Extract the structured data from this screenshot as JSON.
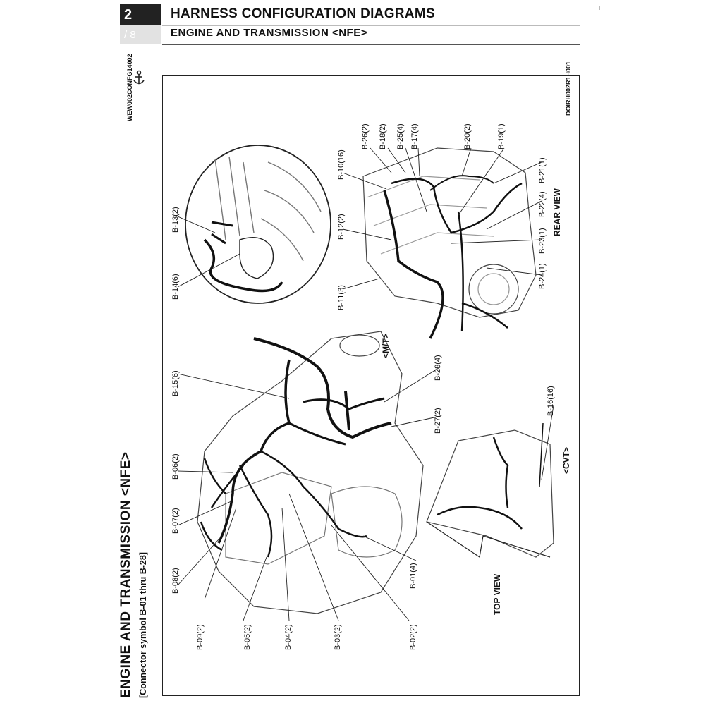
{
  "header": {
    "section_number": "2",
    "page_fraction": "/ 8",
    "title": "HARNESS CONFIGURATION DIAGRAMS",
    "subtitle": "ENGINE AND TRANSMISSION <NFE>"
  },
  "codes": {
    "left": "WEW002CONFG14002",
    "right": "DOIRH002R1H001"
  },
  "sidebar": {
    "title": "ENGINE AND TRANSMISSION <NFE>",
    "subtitle": "[Connector symbol B-01 thru B-28]"
  },
  "views": {
    "rear": "REAR VIEW",
    "mt": "<M/T>",
    "cvt": "<CVT>",
    "top": "TOP VIEW"
  },
  "connectors": {
    "b01": "B-01(4)",
    "b02": "B-02(2)",
    "b03": "B-03(2)",
    "b04": "B-04(2)",
    "b05": "B-05(2)",
    "b06": "B-06(2)",
    "b07": "B-07(2)",
    "b08": "B-08(2)",
    "b09": "B-09(2)",
    "b10": "B-10(16)",
    "b11": "B-11(3)",
    "b12": "B-12(2)",
    "b13": "B-13(2)",
    "b14": "B-14(6)",
    "b15": "B-15(6)",
    "b16": "B-16(16)",
    "b17": "B-17(4)",
    "b18": "B-18(2)",
    "b19": "B-19(1)",
    "b20": "B-20(2)",
    "b21": "B-21(1)",
    "b22": "B-22(4)",
    "b23": "B-23(1)",
    "b24": "B-24(1)",
    "b25": "B-25(4)",
    "b26": "B-26(2)",
    "b27": "B-27(2)",
    "b28": "B-28(4)"
  }
}
